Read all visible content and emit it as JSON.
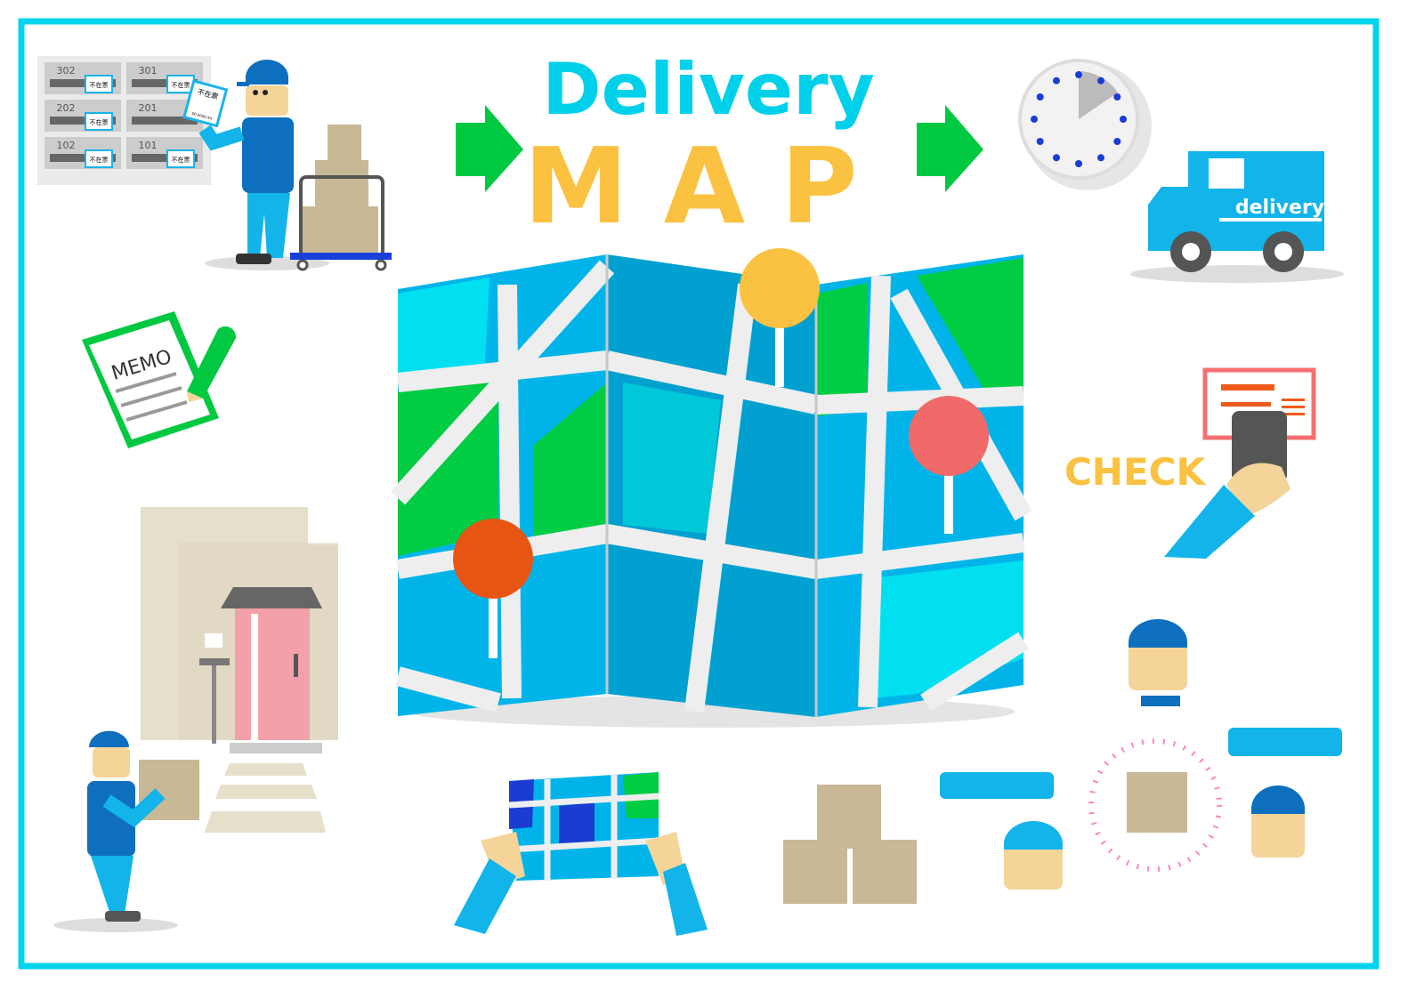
{
  "title": {
    "line1": "Delivery",
    "line2": "MAP"
  },
  "truck": {
    "label": "delivery"
  },
  "memo": {
    "label": "MEMO"
  },
  "check": {
    "label": "CHECK"
  },
  "mailboxes": [
    {
      "number": "302",
      "notice": "不在票"
    },
    {
      "number": "301",
      "notice": "不在票"
    },
    {
      "number": "202",
      "notice": "不在票"
    },
    {
      "number": "201",
      "notice": ""
    },
    {
      "number": "102",
      "notice": "不在票"
    },
    {
      "number": "101",
      "notice": "不在票"
    }
  ],
  "held_notice": {
    "label": "不在票",
    "code": "00-0000-XX"
  },
  "colors": {
    "frame": "#00d4ec",
    "title_blue": "#00d0ea",
    "title_yellow": "#fbc140",
    "arrow_green": "#00c941",
    "map_blue": "#00b4ea",
    "map_green": "#00cc44",
    "truck": "#12b4ea"
  }
}
